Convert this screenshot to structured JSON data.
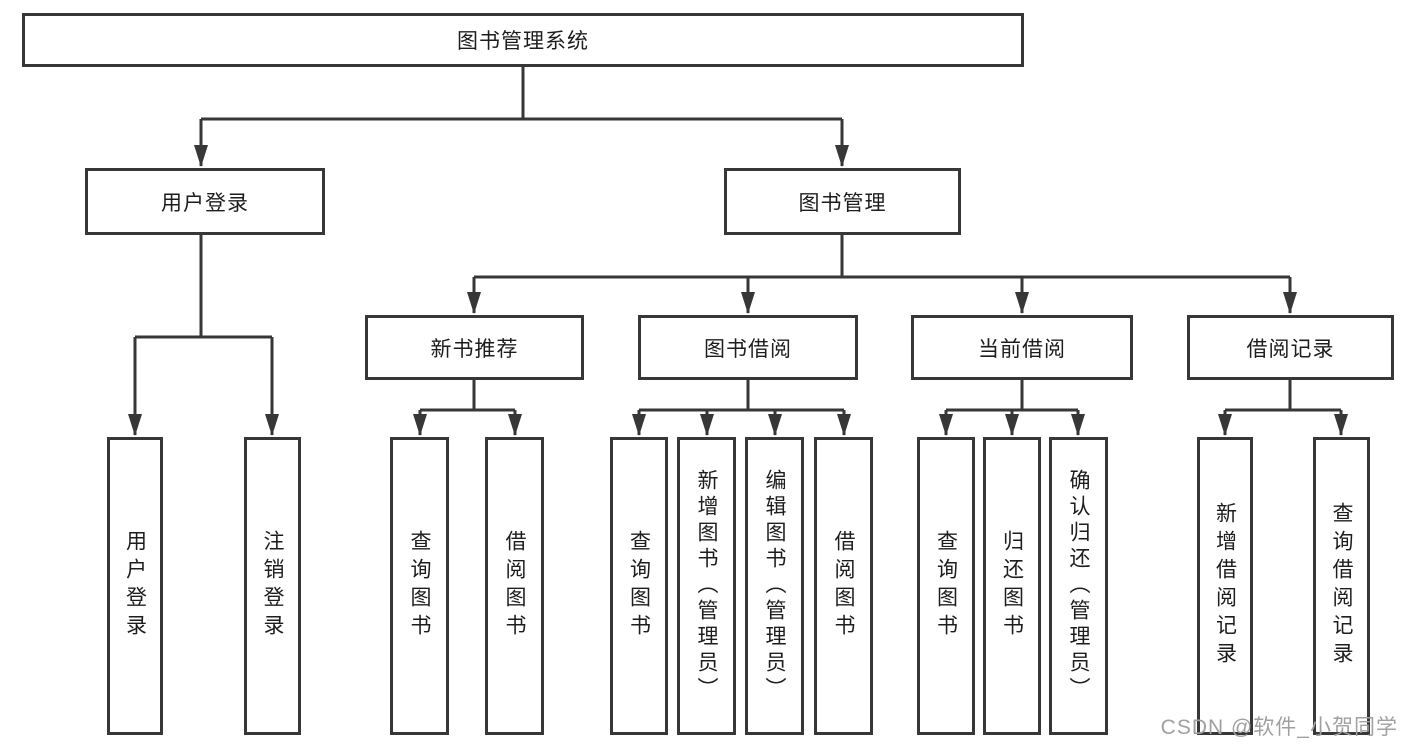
{
  "tree": {
    "label": "图书管理系统",
    "children": [
      {
        "label": "用户登录",
        "children": [
          {
            "label": "用户登录"
          },
          {
            "label": "注销登录"
          }
        ]
      },
      {
        "label": "图书管理",
        "children": [
          {
            "label": "新书推荐",
            "children": [
              {
                "label": "查询图书"
              },
              {
                "label": "借阅图书"
              }
            ]
          },
          {
            "label": "图书借阅",
            "children": [
              {
                "label": "查询图书"
              },
              {
                "label": "新增图书（管理员）"
              },
              {
                "label": "编辑图书（管理员）"
              },
              {
                "label": "借阅图书"
              }
            ]
          },
          {
            "label": "当前借阅",
            "children": [
              {
                "label": "查询图书"
              },
              {
                "label": "归还图书"
              },
              {
                "label": "确认归还（管理员）"
              }
            ]
          },
          {
            "label": "借阅记录",
            "children": [
              {
                "label": "新增借阅记录"
              },
              {
                "label": "查询借阅记录"
              }
            ]
          }
        ]
      }
    ]
  },
  "watermark": "CSDN @软件_小贺同学",
  "colors": {
    "line": "#373737",
    "box_background": "#ffffff",
    "text": "#1d1d1d",
    "watermark": "#a0a0a0",
    "background": "#ffffff"
  }
}
